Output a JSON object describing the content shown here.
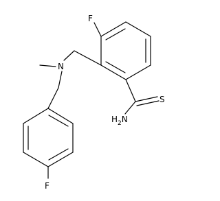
{
  "molecule": {
    "atoms": {
      "fluorine_top": "F",
      "nitrogen": "N",
      "sulfur": "S",
      "amide_h": "H",
      "amide_h_count": "2",
      "amide_n": "N",
      "fluorine_bottom": "F"
    }
  }
}
